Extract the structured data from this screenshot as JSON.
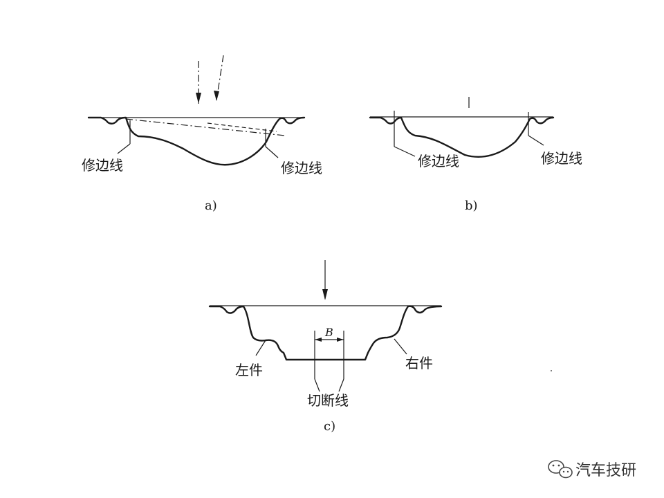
{
  "diagrams": {
    "a": {
      "caption": "a)",
      "trim_label_left": "修边线",
      "trim_label_right": "修边线"
    },
    "b": {
      "caption": "b)",
      "trim_label_left": "修边线",
      "trim_label_right": "修边线"
    },
    "c": {
      "caption": "c)",
      "dimension_label": "B",
      "left_part_label": "左件",
      "right_part_label": "右件",
      "cut_line_label": "切断线"
    }
  },
  "watermark": {
    "text": "汽车技研",
    "icon": "wechat-icon"
  }
}
